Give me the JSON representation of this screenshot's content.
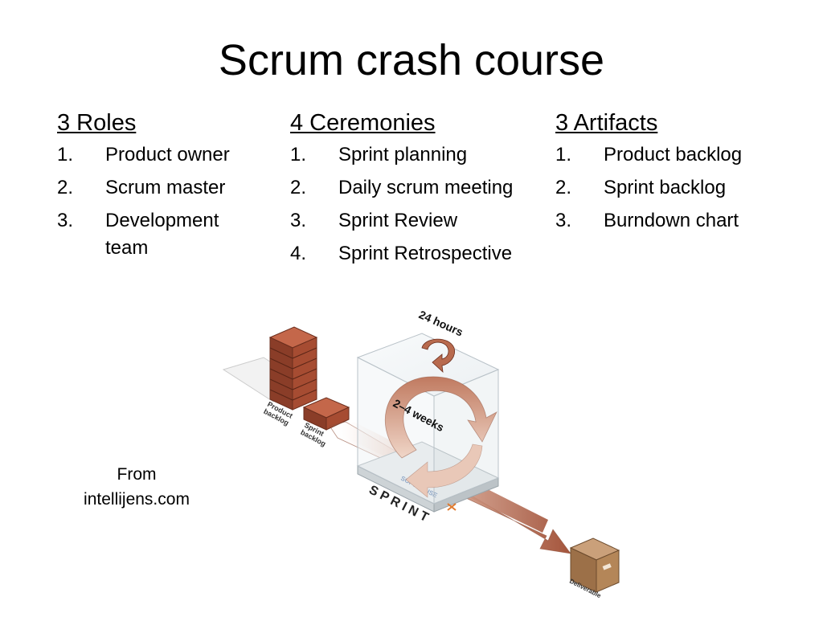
{
  "slide": {
    "title": "Scrum crash course",
    "columns": [
      {
        "heading": "3 Roles",
        "items": [
          {
            "num": "1.",
            "text": "Product owner"
          },
          {
            "num": "2.",
            "text": "Scrum master"
          },
          {
            "num": "3.",
            "text": "Development team"
          }
        ]
      },
      {
        "heading": "4 Ceremonies",
        "items": [
          {
            "num": "1.",
            "text": "Sprint planning"
          },
          {
            "num": "2.",
            "text": "Daily scrum meeting"
          },
          {
            "num": "3.",
            "text": "Sprint Review"
          },
          {
            "num": "4.",
            "text": "Sprint Retrospective"
          }
        ]
      },
      {
        "heading": "3 Artifacts",
        "items": [
          {
            "num": "1.",
            "text": "Product backlog"
          },
          {
            "num": "2.",
            "text": "Sprint backlog"
          },
          {
            "num": "3.",
            "text": "Burndown chart"
          }
        ]
      }
    ],
    "source": {
      "line1": "From",
      "line2": "intellijens.com"
    }
  },
  "diagram": {
    "hours_label": "24 hours",
    "weeks_label": "2–4 weeks",
    "product_backlog_label": [
      "Product",
      "backlog"
    ],
    "sprint_backlog_label": [
      "Sprint",
      "backlog"
    ],
    "sprint_label": "S P R I N T",
    "softhouse_label": "SOFTHOUSE",
    "deliverable_label": "Deliverable",
    "colors": {
      "brick": "#9b4a33",
      "arrow": "#c98a70",
      "box": "#a67c52",
      "glass": "#e8eef2"
    }
  }
}
